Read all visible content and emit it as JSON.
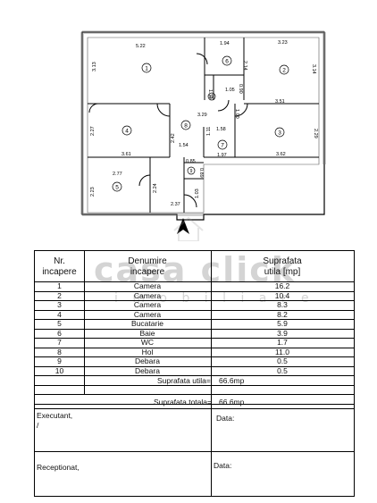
{
  "plan": {
    "dimensions": [
      "5.22",
      "1.94",
      "3.23",
      "3.13",
      "2.14",
      "3.14",
      "1.05",
      "3.51",
      "0.90",
      "1.10",
      "3.29",
      "1.00",
      "2.27",
      "1.58",
      "2.42",
      "2.29",
      "3.61",
      "1.54",
      "1.11",
      "1.97",
      "3.62",
      "0.85",
      "0.89",
      "2.77",
      "2.23",
      "2.24",
      "1.03",
      "2.37"
    ],
    "room_numbers": [
      "1",
      "2",
      "3",
      "4",
      "5",
      "6",
      "7",
      "8",
      "9",
      "10"
    ]
  },
  "watermark": {
    "line1": "casa click",
    "line2": "i m o b i l i a r e"
  },
  "table": {
    "headers": {
      "nr": "Nr.\nincapere",
      "denumire": "Denumire\nincapere",
      "suprafata": "Suprafata\nutila [mp]"
    },
    "rows": [
      {
        "nr": "1",
        "name": "Camera",
        "area": "16.2"
      },
      {
        "nr": "2",
        "name": "Camera",
        "area": "10.4"
      },
      {
        "nr": "3",
        "name": "Camera",
        "area": "8.3"
      },
      {
        "nr": "4",
        "name": "Camera",
        "area": "8.2"
      },
      {
        "nr": "5",
        "name": "Bucatarie",
        "area": "5.9"
      },
      {
        "nr": "6",
        "name": "Baie",
        "area": "3.9"
      },
      {
        "nr": "7",
        "name": "WC",
        "area": "1.7"
      },
      {
        "nr": "8",
        "name": "Hol",
        "area": "11.0"
      },
      {
        "nr": "9",
        "name": "Debara",
        "area": "0.5"
      },
      {
        "nr": "10",
        "name": "Debara",
        "area": "0.5"
      }
    ],
    "util_label": "Suprafata utila=",
    "util_value": "66.6mp",
    "total_label": "Suprafata totala=",
    "total_value": "66.6mp"
  },
  "signatures": {
    "executant": "Executant,",
    "executant_mark": "/",
    "receptionat": "Receptionat,",
    "date1": "Data:",
    "date2": "Data:"
  }
}
